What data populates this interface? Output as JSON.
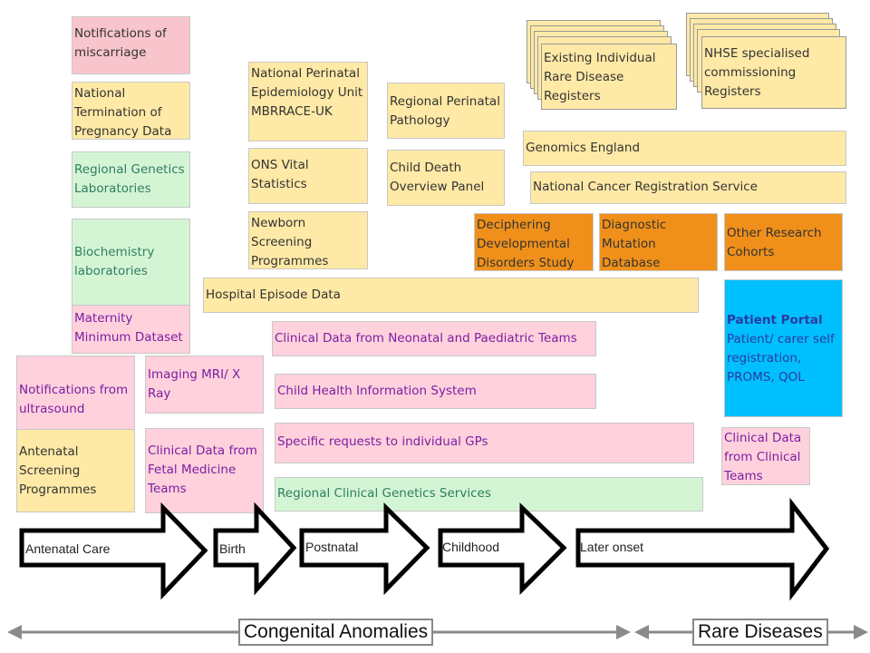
{
  "boxes": {
    "notifications_miscarriage": "Notifications of miscarriage",
    "termination_pregnancy": "National Termination of Pregnancy Data",
    "regional_genetics_labs": "Regional Genetics Laboratories",
    "biochemistry_labs": "Biochemistry laboratories",
    "maternity_dataset": "Maternity Minimum Dataset",
    "notifications_ultrasound": "Notifications from ultrasound",
    "antenatal_screening": "Antenatal Screening Programmes",
    "imaging": "Imaging MRI/ X Ray",
    "fetal_medicine": "Clinical Data from Fetal Medicine Teams",
    "npeu": "National Perinatal Epidemiology Unit MBRRACE-UK",
    "ons": "ONS Vital Statistics",
    "newborn_screening": "Newborn Screening Programmes",
    "regional_perinatal_pathology": "Regional Perinatal Pathology",
    "child_death_panel": "Child Death Overview Panel",
    "existing_registers": "Existing Individual Rare Disease Registers",
    "nhse_registers": "NHSE specialised commissioning Registers",
    "genomics_england": "Genomics England",
    "cancer_registration": "National Cancer Registration Service",
    "ddd_study": "Deciphering Developmental Disorders Study",
    "mutation_db": "Diagnostic Mutation Database",
    "other_cohorts": "Other Research Cohorts",
    "hospital_episode": "Hospital Episode Data",
    "neonatal_paediatric": "Clinical Data from Neonatal and Paediatric Teams",
    "child_health": "Child Health Information System",
    "gp_requests": "Specific requests to individual GPs",
    "regional_clinical_genetics": "Regional Clinical Genetics Services",
    "patient_portal_title": "Patient Portal",
    "patient_portal_body": "Patient/ carer self registration, PROMS, QOL",
    "clinical_teams": "Clinical Data from Clinical Teams"
  },
  "timeline": {
    "antenatal": "Antenatal Care",
    "birth": "Birth",
    "postnatal": "Postnatal",
    "childhood": "Childhood",
    "later": "Later onset"
  },
  "spans": {
    "congenital": "Congenital Anomalies",
    "rare": "Rare Diseases"
  }
}
